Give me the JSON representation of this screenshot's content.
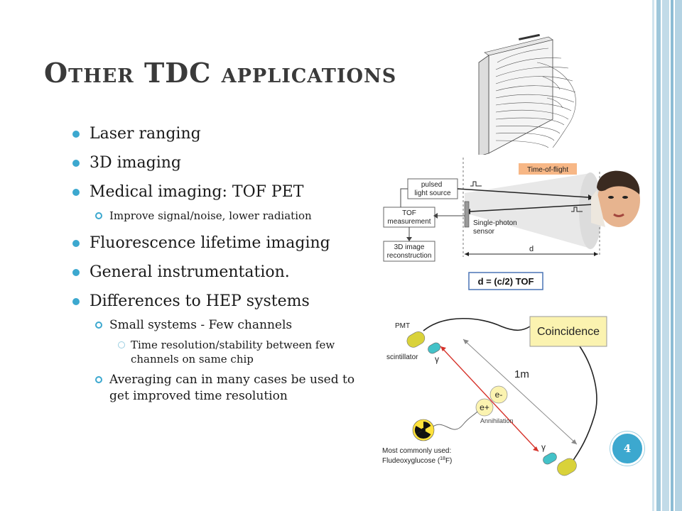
{
  "slide": {
    "title": "Other TDC applications",
    "page_number": "4",
    "bullets": [
      {
        "text": "Laser ranging"
      },
      {
        "text": "3D imaging"
      },
      {
        "text": "Medical imaging: TOF PET",
        "sub": [
          "Improve signal/noise, lower radiation"
        ]
      },
      {
        "text": "Fluorescence lifetime imaging"
      },
      {
        "text": "General instrumentation."
      },
      {
        "text": "Differences to HEP systems",
        "sub": [
          "Small systems - Few channels",
          "Averaging can in many cases be used to get improved time resolution"
        ],
        "subsub": [
          "Time resolution/stability between few channels on same chip"
        ]
      }
    ]
  },
  "tof_diagram": {
    "pulsed_source": "pulsed\nlight source",
    "time_of_flight": "Time-of-flight",
    "tof_measurement": "TOF\nmeasurement",
    "single_photon_sensor": "Single-photon\nsensor",
    "image_reconstruction": "3D image\nreconstruction",
    "distance_label": "d",
    "formula": "d = (c/2) TOF"
  },
  "pet_diagram": {
    "pmt": "PMT",
    "scintillator": "scintillator",
    "gamma": "γ",
    "coincidence": "Coincidence",
    "distance": "1m",
    "electron": "e-",
    "positron": "e+",
    "annihilation": "Annihilation",
    "tracer_line1": "Most commonly used:",
    "tracer_line2": "Fludeoxyglucose (",
    "tracer_iso": "18",
    "tracer_line3": "F)"
  },
  "colors": {
    "accent": "#3ca8cf",
    "coincidence_box": "#fbf3b0",
    "pmt": "#d9d23a",
    "scintillator": "#43c2c8",
    "time_of_flight_label": "#f7b786"
  }
}
